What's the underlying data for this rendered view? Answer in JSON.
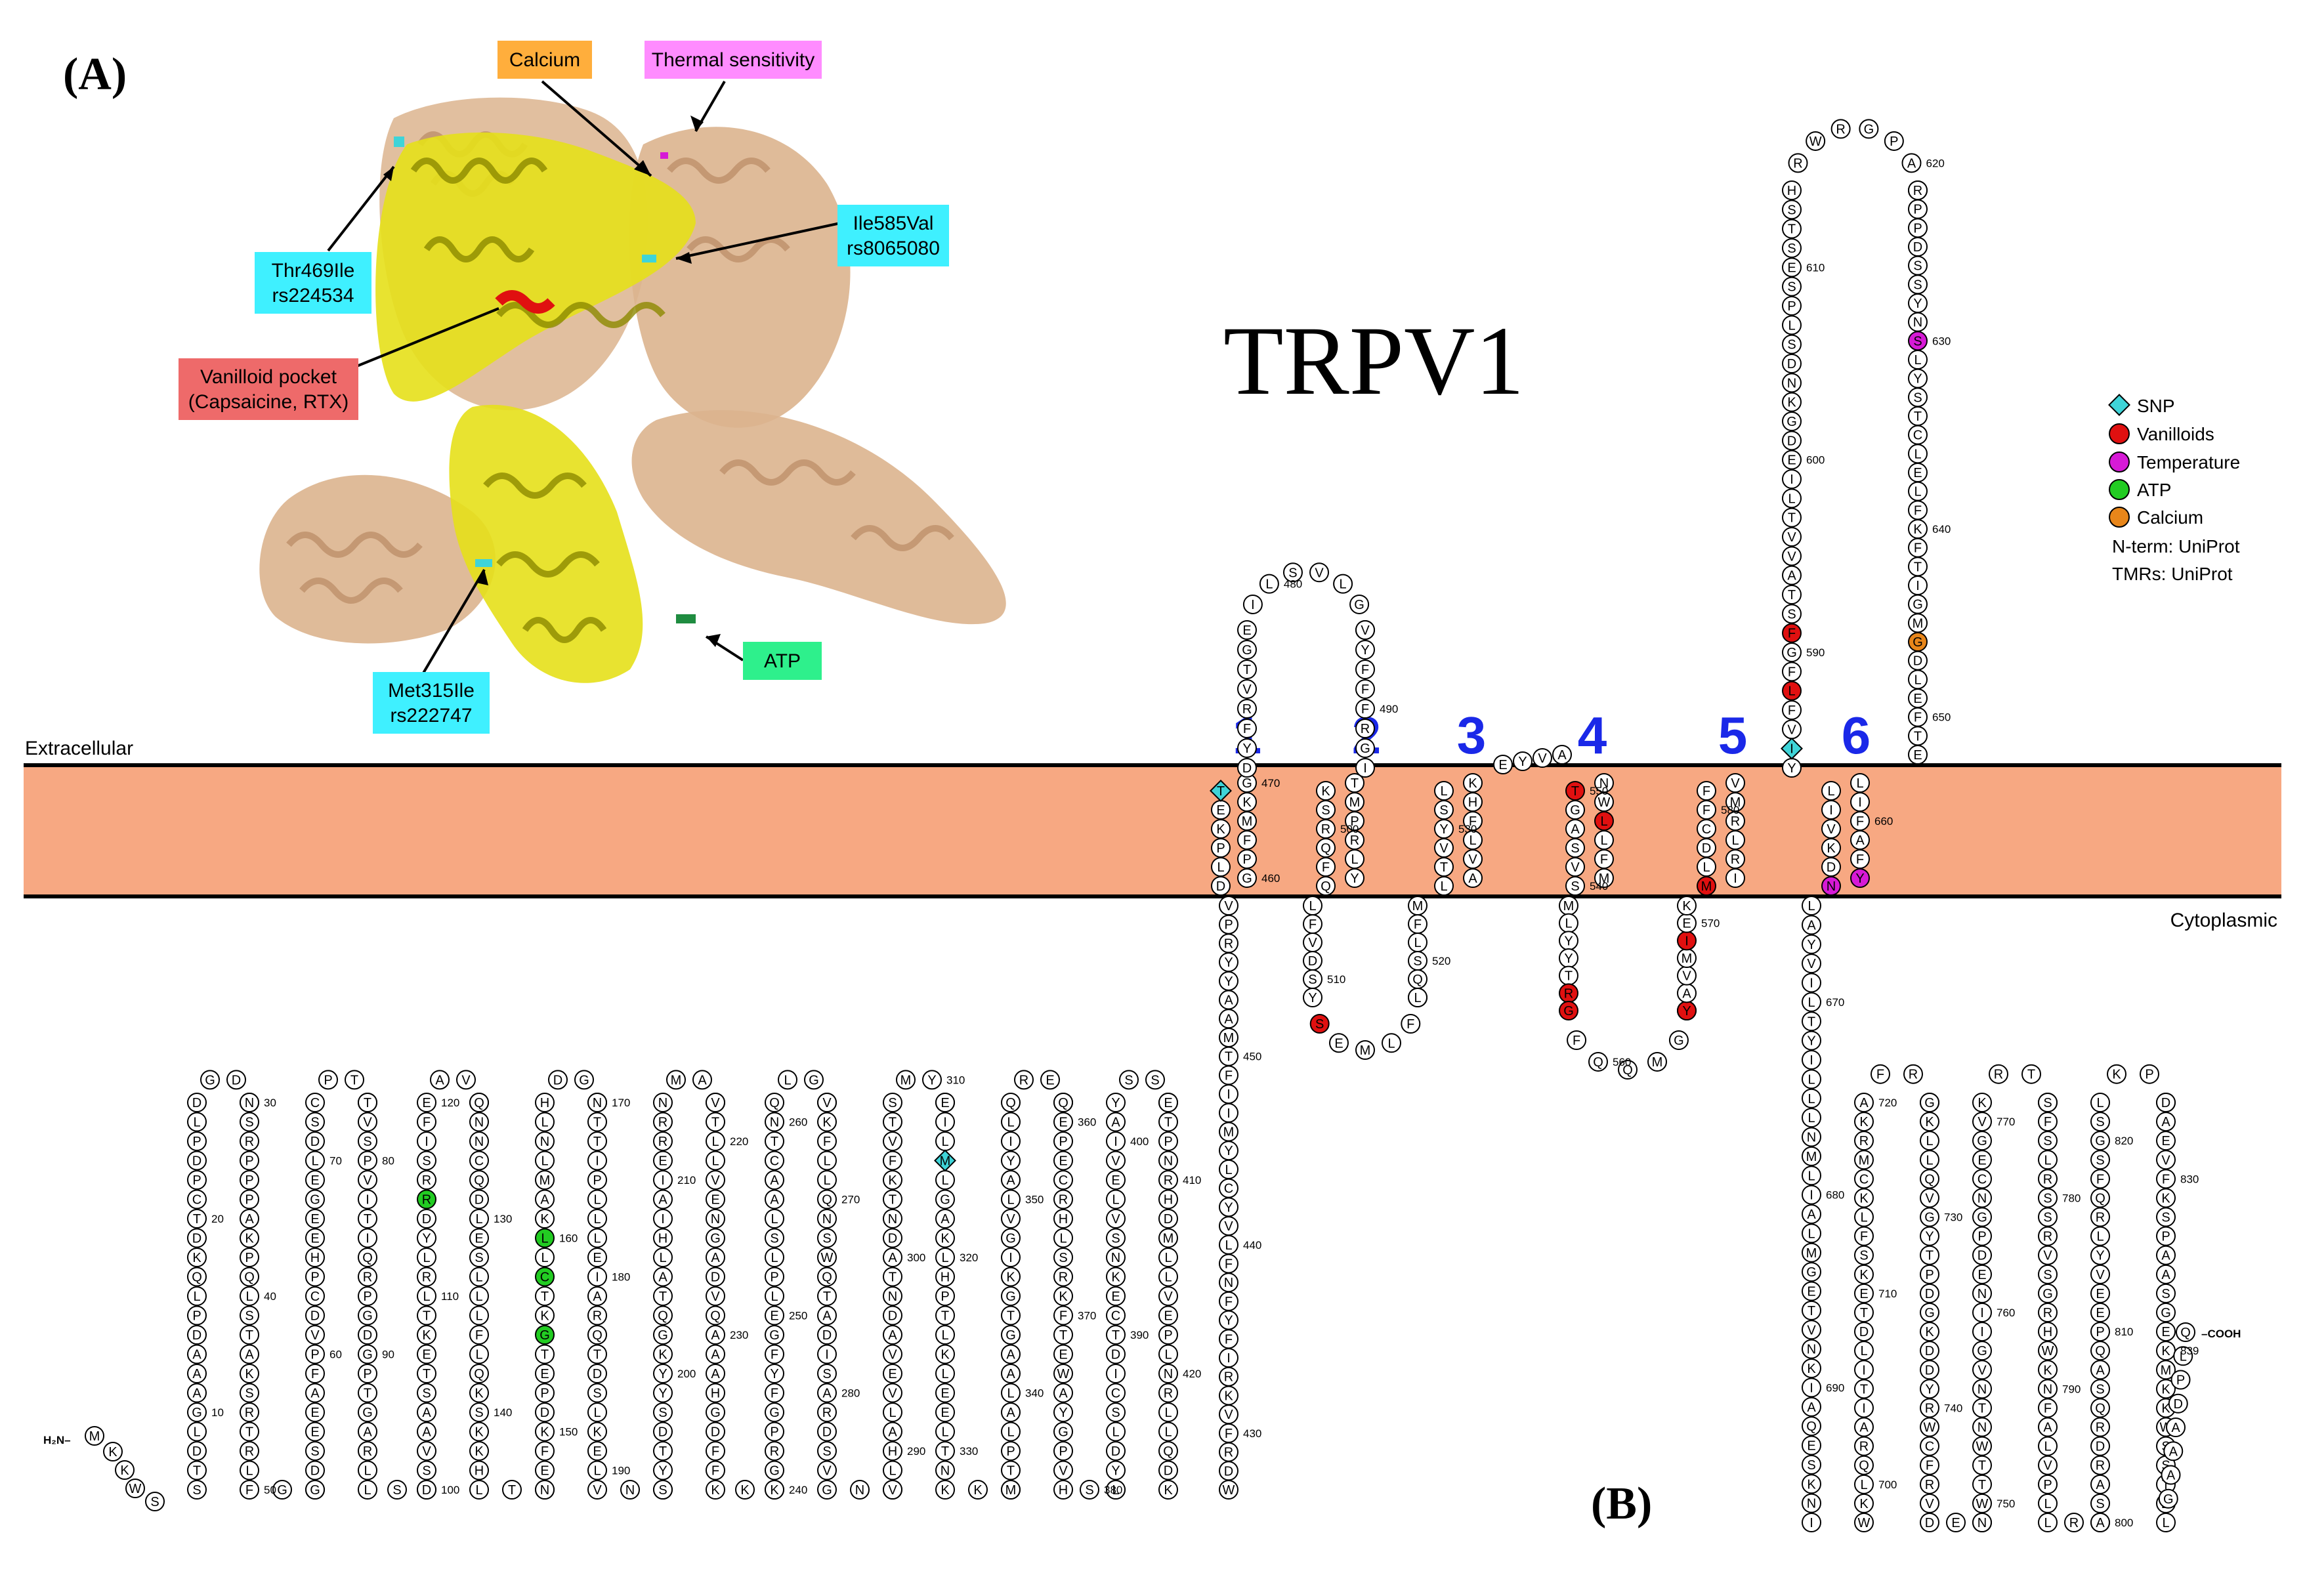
{
  "panel_a_label": "(A)",
  "panel_b_label": "(B)",
  "protein_title": "TRPV1",
  "extracellular_label": "Extracellular",
  "cytoplasmic_label": "Cytoplasmic",
  "n_terminus_label": "H₂N–",
  "c_terminus_label": "–COOH",
  "tm_numbers": [
    "1",
    "2",
    "3",
    "4",
    "5",
    "6"
  ],
  "callouts": {
    "calcium": "Calcium",
    "thermal": "Thermal sensitivity",
    "thr469_line1": "Thr469Ile",
    "thr469_line2": "rs224534",
    "ile585_line1": "Ile585Val",
    "ile585_line2": "rs8065080",
    "vanilloid_line1": "Vanilloid pocket",
    "vanilloid_line2": "(Capsaicine, RTX)",
    "met315_line1": "Met315Ile",
    "met315_line2": "rs222747",
    "atp": "ATP"
  },
  "legend": {
    "snp": "SNP",
    "vanilloids": "Vanilloids",
    "temperature": "Temperature",
    "atp": "ATP",
    "calcium": "Calcium",
    "nterm": "N-term: UniProt",
    "tmrs": "TMRs: UniProt"
  },
  "colors": {
    "membrane": "#f7a882",
    "snp": "#3fd4d8",
    "vanilloids": "#e01010",
    "temperature": "#d61ad6",
    "atp": "#22cc22",
    "calcium": "#e8861a",
    "chain_yellow": "#e6e01a",
    "chain_tan": "#dcb48e",
    "box_cyan": "#3ff0ff",
    "box_orange": "#ffae3c",
    "box_pink": "#ff8cff",
    "box_red": "#ee6a6a",
    "box_green": "#2ef08c",
    "tm_blue": "#1a28e8"
  },
  "tick_labels": [
    "10",
    "20",
    "30",
    "40",
    "50",
    "60",
    "70",
    "80",
    "90",
    "100",
    "110",
    "120",
    "130",
    "140",
    "150",
    "160",
    "170",
    "180",
    "190",
    "200",
    "210",
    "220",
    "230",
    "240",
    "250",
    "260",
    "270",
    "280",
    "290",
    "300",
    "310",
    "320",
    "330",
    "340",
    "350",
    "360",
    "370",
    "380",
    "390",
    "400",
    "410",
    "420",
    "430",
    "440",
    "450",
    "460",
    "470",
    "480",
    "490",
    "500",
    "510",
    "520",
    "530",
    "540",
    "550",
    "560",
    "570",
    "580",
    "590",
    "600",
    "610",
    "620",
    "630",
    "640",
    "650",
    "660",
    "670",
    "680",
    "690",
    "700",
    "710",
    "720",
    "730",
    "740",
    "750",
    "760",
    "770",
    "780",
    "790",
    "800",
    "810",
    "820",
    "830",
    "839"
  ],
  "sequence_sample": "MKKWSSTDLGAAADPLQKDTCPDPLDGDPNSRPPPAKPQLSTAKSRTRLFGKGDSEEAFPVDCPHEEGELDSCPTITVSPVITIQRPGDGPTGARLLSQDSVAASTEKTLRLYDRRSIFEAVAQNNCQDLESLLLFLQKSKKHLTDNEFKDPETGKTCLLKAMLNLHDGQNTTIPLLLEIARQTDSLKELVNASYTDSYYKGQTALHIAIERRNMALVTLLVENGADVQAAAHGDFFKKTKGRPGFYFGELPLSLAACTNQLGIVKFLLQNSWQTADISARDSVGNTVLHALVEVADNTADNTKFVTSMYNEILMLGAKLHPTLKLEELTNKKGMTPLALAAGTGKIGVLAYILQREIQEPECRHLSRKFTEWAYGPVHSSLYDLSCIDTCEKNSVLEVIAYSSSETPNRHDMLLVEPLNRLLQDKWDRFVKRIFYFNFLVYCLYMIIFTMAAYYRPVDGLPPFKMEKTGDYFRVTGEILSVLGGVYFFFRGIQYFLQRRPSMKTLFVDSYSEMLFFLQSLFMLATVVLYFSHLKEYVASMVFSLALGWTNMLYYTRGFQQMGIYAVMIEKMILRDLCRFMFVYIVFLFGFSTAVVTLIEDGKNDSLPSESTSHRWRGPACRPPDSSYNSLYSTCLELFKFTIGMGDLEFTENYDFKAVFIILLLAYVILTYILLLNMLIALMGETVNKIAQESKNIWKLQRAITILDTEKSFLKCMRKAFRSGKLLQVGYTPDGKDDYRWCFRVDEVNWTTWNTNVGIINEDPGNCEGVKRTLSFSLRSSRVSGRHWKNFALVPLLREASARDRQSAQPEEVYLRQFSGSLKPEDAEVFKSPAASGEK"
}
